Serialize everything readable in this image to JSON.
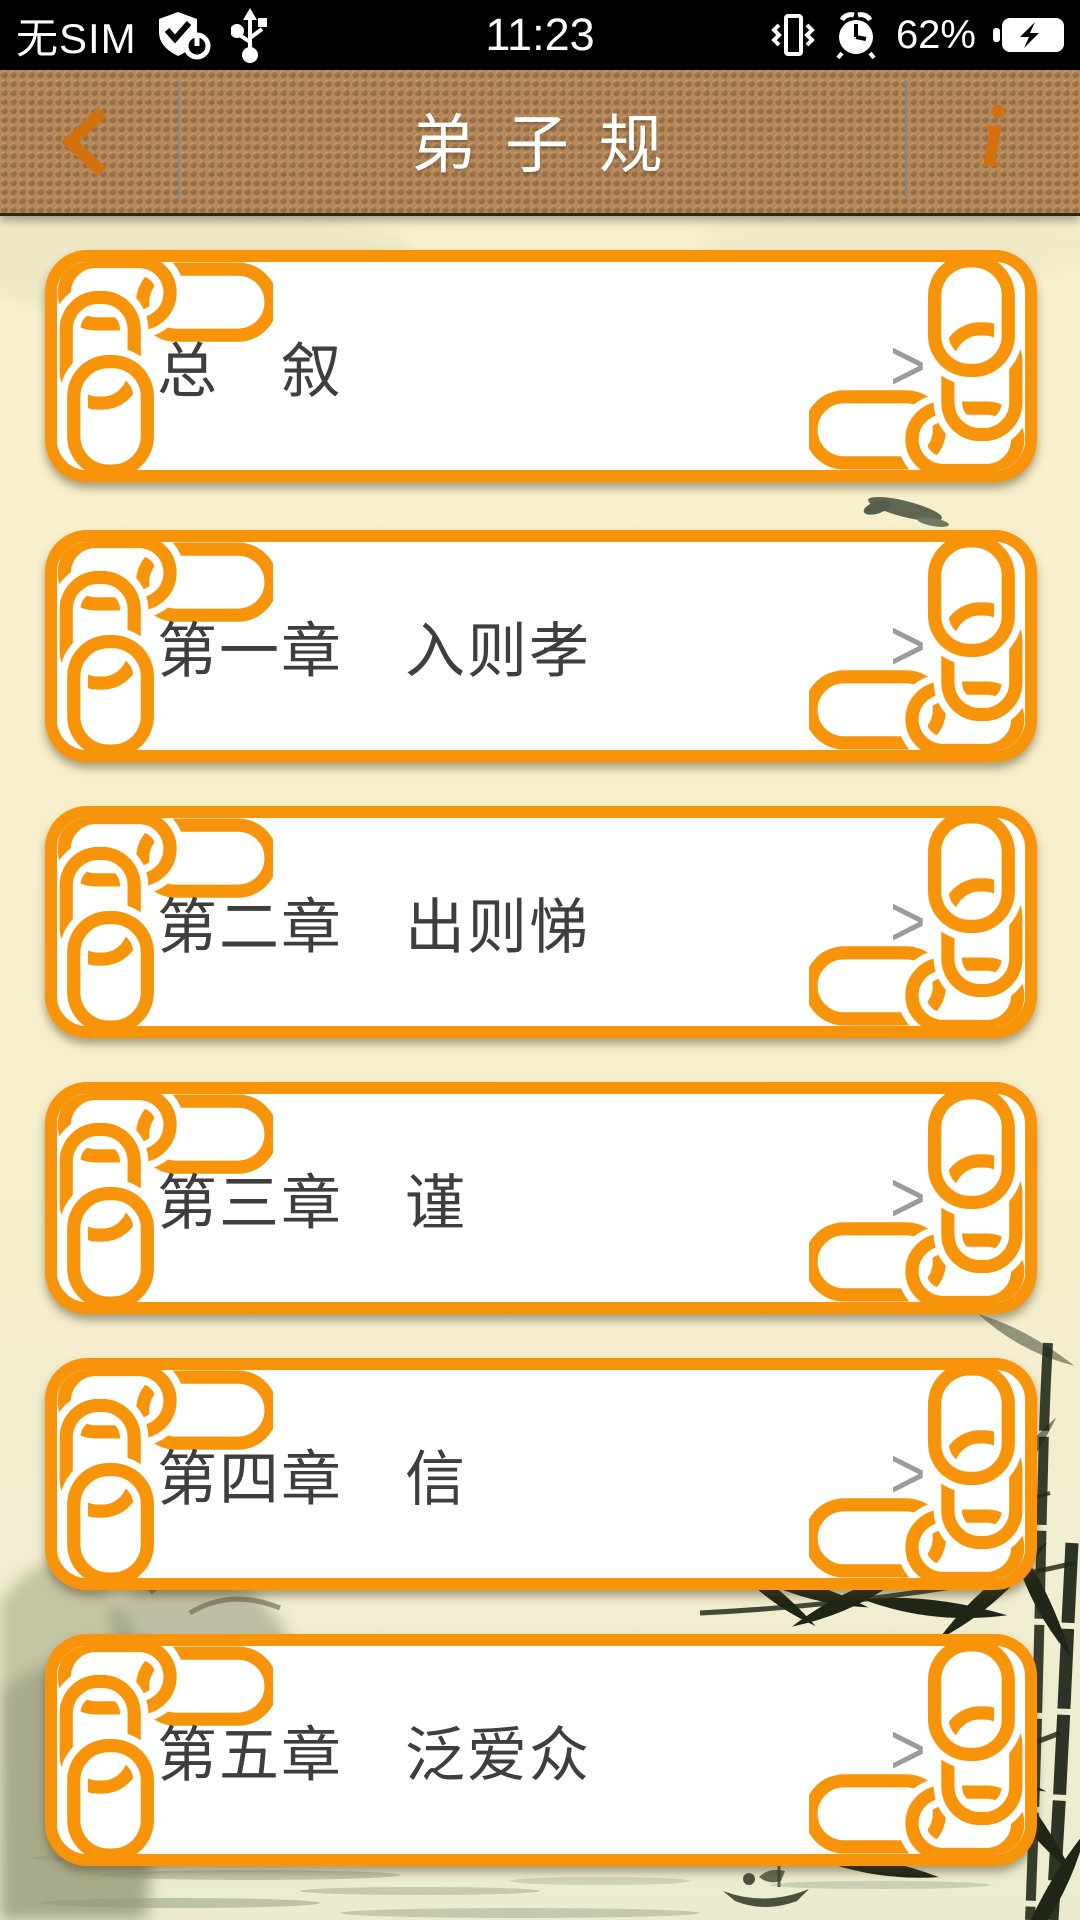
{
  "status_bar": {
    "carrier": "无SIM",
    "time": "11:23",
    "battery_percent": "62%",
    "icons": {
      "security": "shield-check-icon",
      "usb": "usb-icon",
      "vibrate": "vibrate-icon",
      "alarm": "alarm-clock-icon",
      "battery": "battery-charging-icon"
    }
  },
  "title_bar": {
    "back_label": "<",
    "title": "弟 子 规",
    "info_label": "i"
  },
  "list": {
    "chevron": ">",
    "items": [
      {
        "label": "总　叙"
      },
      {
        "label": "第一章　入则孝"
      },
      {
        "label": "第二章　出则悌"
      },
      {
        "label": "第三章　谨"
      },
      {
        "label": "第四章　信"
      },
      {
        "label": "第五章　泛爱众"
      }
    ]
  },
  "colors": {
    "accent_orange": "#F7940A",
    "title_bar_brown": "#B5895A",
    "background_cream": "#F7EFCB",
    "item_text": "#3E3E3E"
  }
}
